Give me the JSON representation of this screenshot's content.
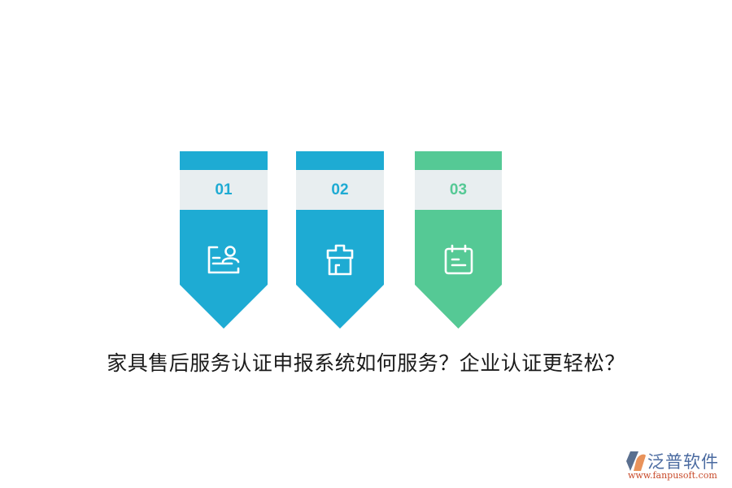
{
  "colors": {
    "blue": "#1eabd3",
    "green": "#55c995",
    "band": "#e8eef0",
    "logo_blue": "#4a6aa0",
    "logo_red": "#c84a2a"
  },
  "cards": [
    {
      "number": "01",
      "icon": "profile-card-icon",
      "color": "#1eabd3"
    },
    {
      "number": "02",
      "icon": "house-box-icon",
      "color": "#1eabd3"
    },
    {
      "number": "03",
      "icon": "calendar-icon",
      "color": "#55c995"
    }
  ],
  "title": "家具售后服务认证申报系统如何服务？企业认证更轻松？",
  "logo": {
    "name": "泛普软件",
    "url": "www.fanpusoft.com"
  }
}
